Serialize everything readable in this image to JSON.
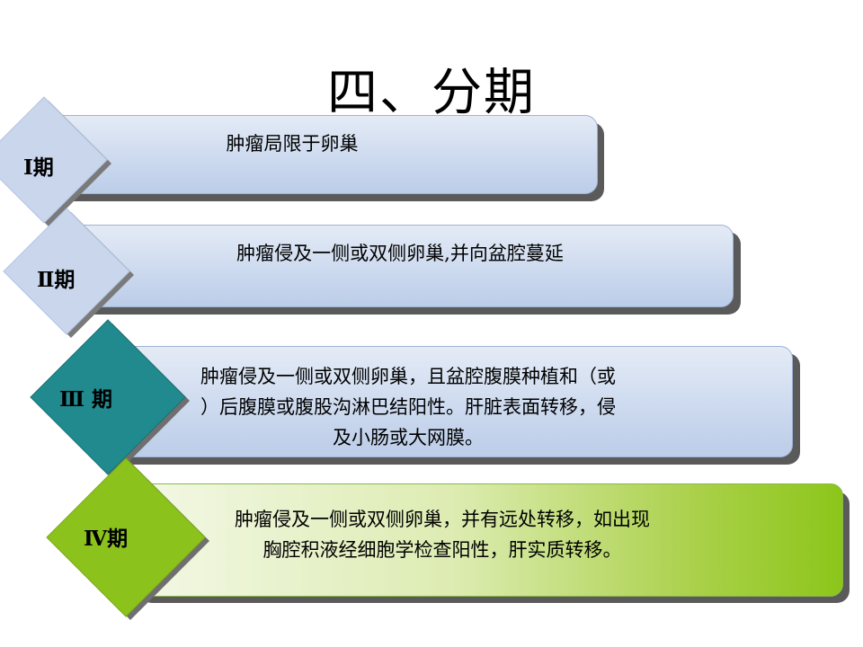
{
  "slide": {
    "title": "四、分期",
    "stages": [
      {
        "label": "Ⅰ期",
        "lines": [
          "肿瘤局限于卵巢"
        ]
      },
      {
        "label": "Ⅱ期",
        "lines": [
          "肿瘤侵及一侧或双侧卵巢,并向盆腔蔓延"
        ]
      },
      {
        "label": "Ⅲ 期",
        "lines": [
          "肿瘤侵及一侧或双侧卵巢，且盆腔腹膜种植和（或",
          "）后腹膜或腹股沟淋巴结阳性。肝脏表面转移，侵",
          "及小肠或大网膜。"
        ]
      },
      {
        "label": "Ⅳ期",
        "lines": [
          "肿瘤侵及一侧或双侧卵巢，并有远处转移，如出现",
          "胸腔积液经细胞学检查阳性，肝实质转移。"
        ]
      }
    ]
  },
  "colors": {
    "diamond_light_blue": "#c9d6ec",
    "diamond_teal": "#218a8e",
    "diamond_lime": "#8cc21c",
    "bar_blue": "#cddaef",
    "bar_green": "#8cc61a"
  }
}
